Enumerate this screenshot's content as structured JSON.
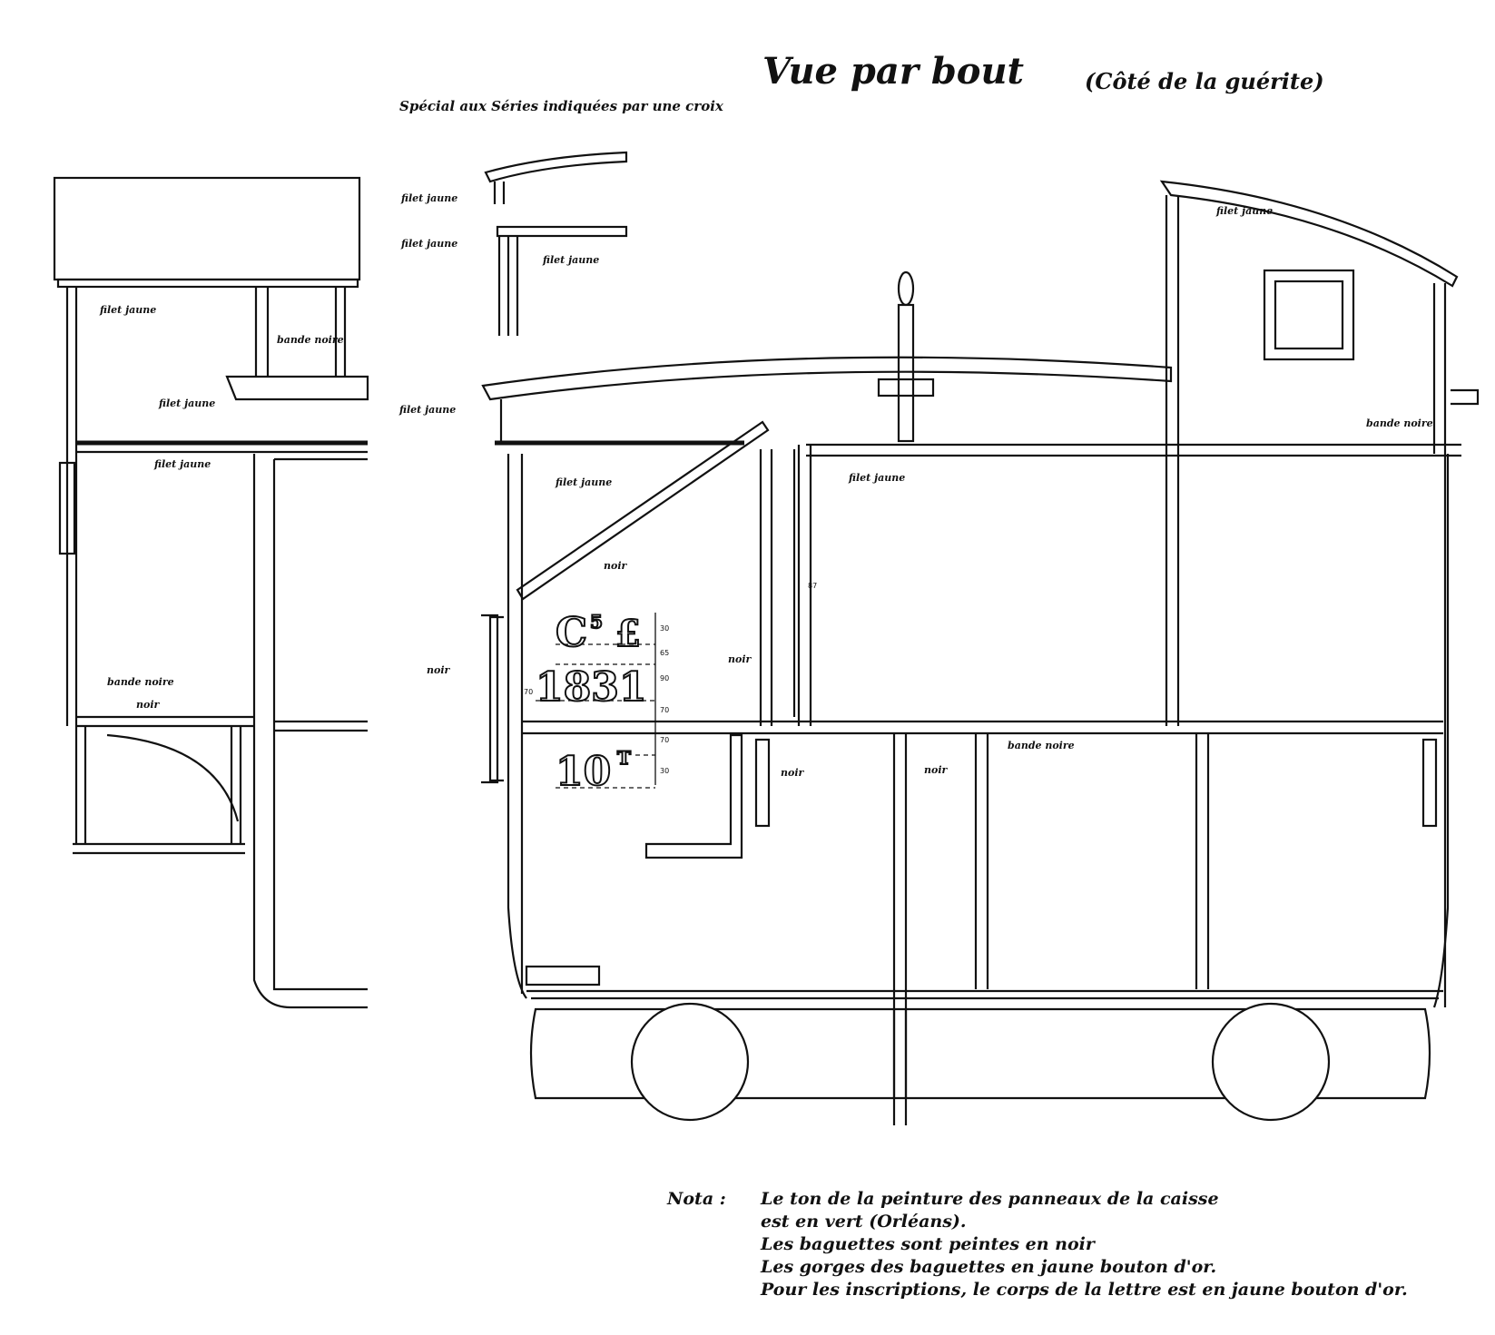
{
  "title": "Vue par bout",
  "subtitle": "(Côté de la guérite)",
  "special_note": "Spécial aux Séries indiquées par une croix",
  "labels": {
    "filet_jaune": "filet jaune",
    "bande_noire": "bande noire",
    "noir": "noir"
  },
  "inscriptions": {
    "class_letter": "C",
    "class_number": "5",
    "currency": "£",
    "number": "1831",
    "tonnage": "10",
    "tonnage_unit": "T"
  },
  "dimensions": {
    "d1": "30",
    "d2": "65",
    "d3": "90",
    "d4": "70",
    "d5": "70",
    "d6": "30",
    "left": "70",
    "rivet": "87"
  },
  "nota": {
    "heading": "Nota :",
    "lines": [
      "Le ton de la peinture des panneaux de la caisse",
      "est en vert (Orléans).",
      "Les baguettes sont peintes en noir",
      "Les gorges des baguettes en jaune bouton d'or.",
      "Pour les inscriptions, le corps de la lettre est en jaune bouton d'or."
    ]
  }
}
